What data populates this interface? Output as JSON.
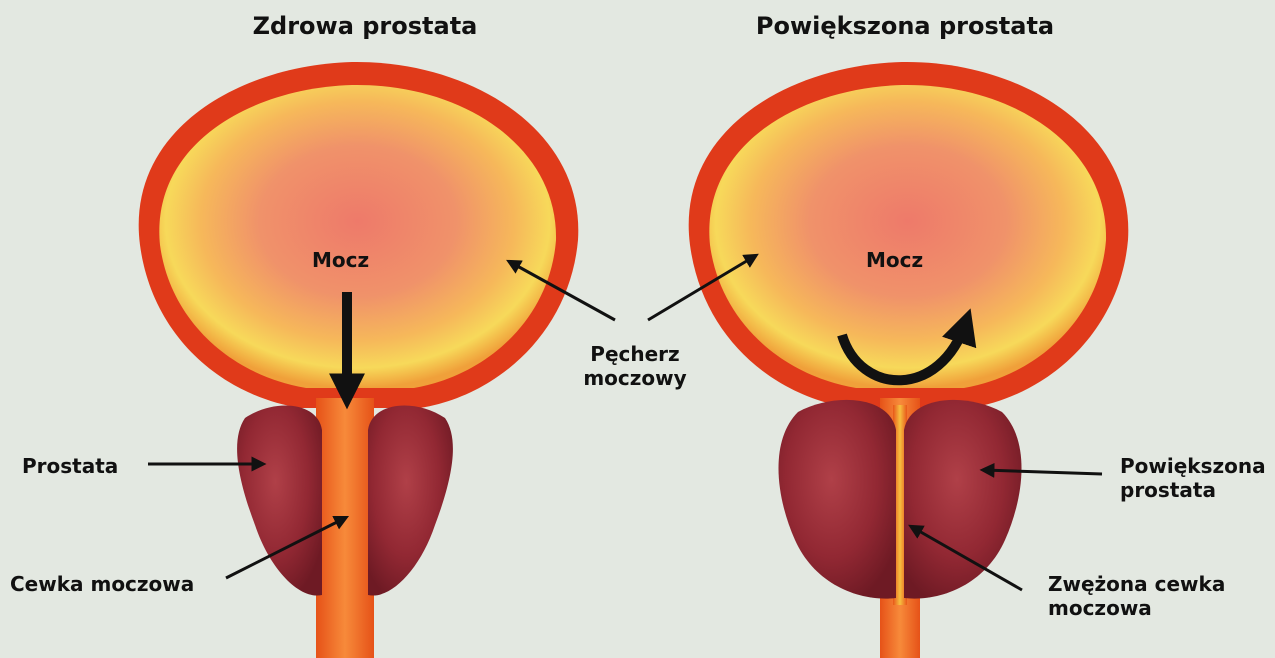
{
  "titles": {
    "healthy": "Zdrowa prostata",
    "enlarged": "Powiększona prostata"
  },
  "labels": {
    "urine_left": "Mocz",
    "urine_right": "Mocz",
    "bladder_line1": "Pęcherz",
    "bladder_line2": "moczowy",
    "prostate": "Prostata",
    "urethra": "Cewka moczowa",
    "enlarged_prostate_line1": "Powiększona",
    "enlarged_prostate_line2": "prostata",
    "narrowed_urethra_line1": "Zwężona cewka",
    "narrowed_urethra_line2": "moczowa"
  },
  "colors": {
    "background": "#e3e8e1",
    "bladder_wall": "#e03a1a",
    "bladder_inner": "#f08a60",
    "bladder_rim": "#f5d24a",
    "prostate": "#8e2530",
    "urethra": "#f06a26",
    "arrow": "#111111"
  }
}
